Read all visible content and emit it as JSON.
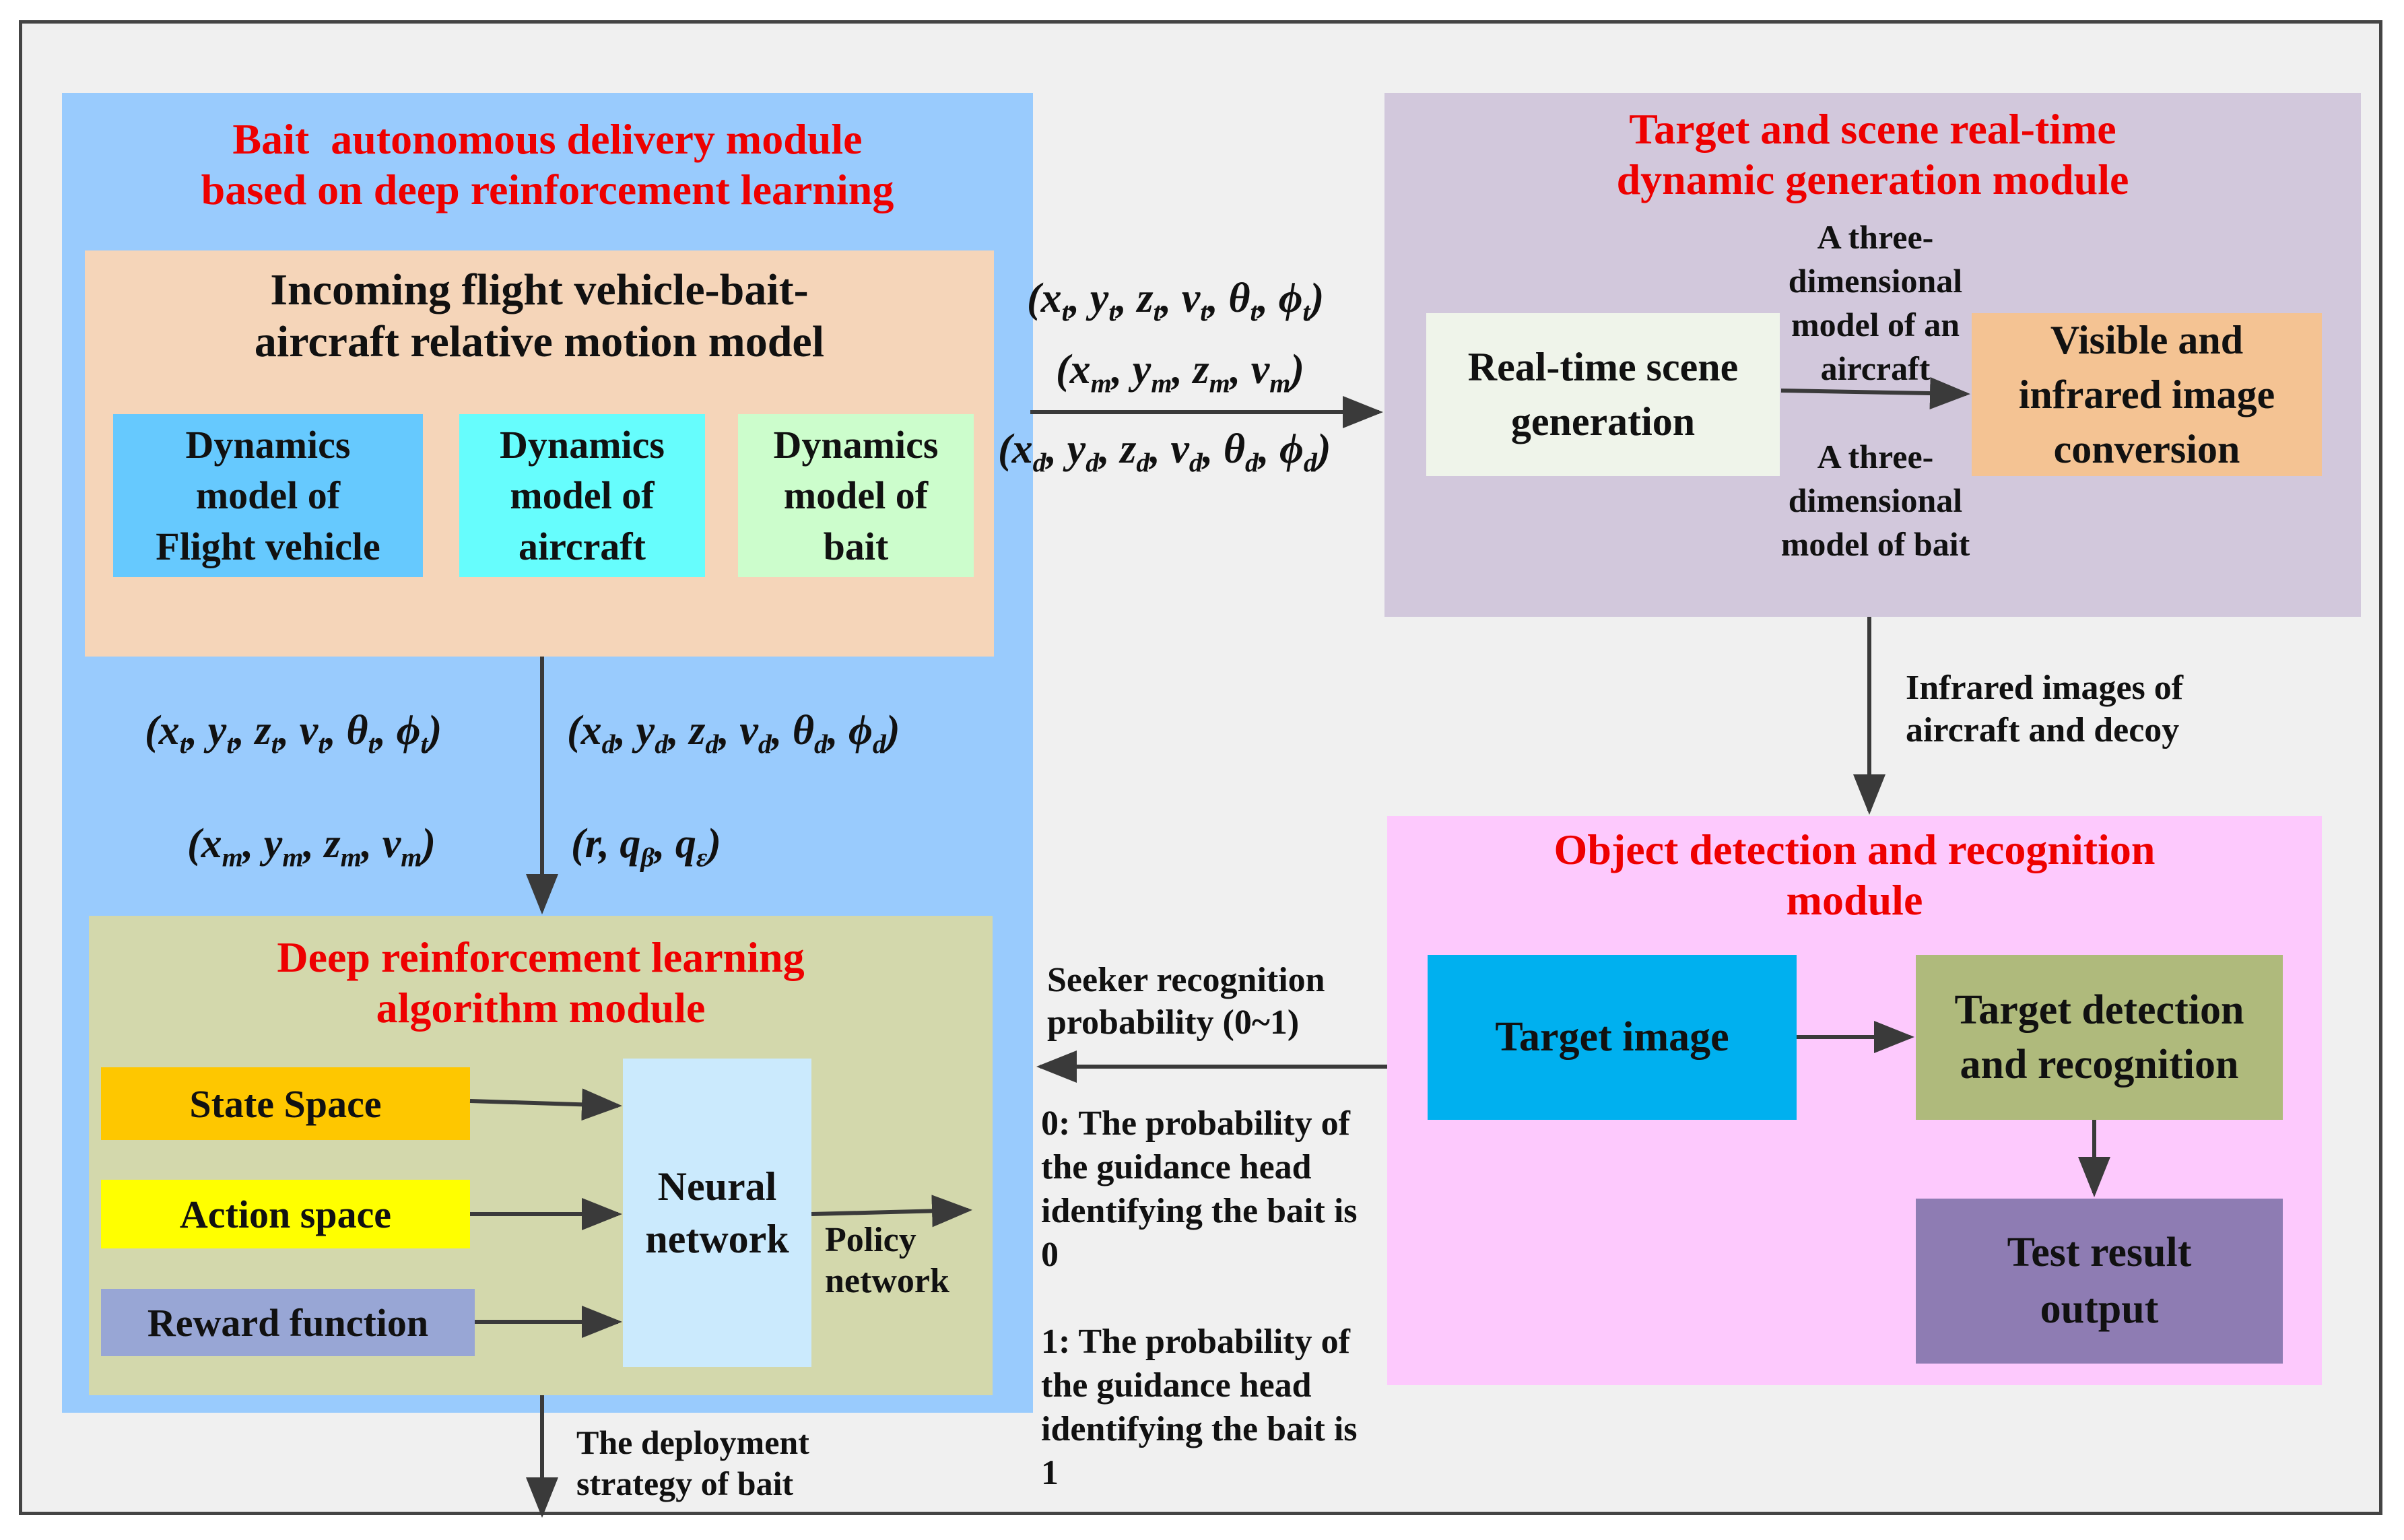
{
  "colors": {
    "frame_bg": "#f0f0f0",
    "bait_module": "#99cbfd",
    "motion_model": "#f5d5b9",
    "dyn_flight": "#66c9fe",
    "dyn_aircraft": "#66fdfd",
    "dyn_bait": "#ccfdcc",
    "drl_module": "#d3d8ac",
    "state_space": "#fec700",
    "action_space": "#ffff00",
    "reward_function": "#98a6d5",
    "neural_network": "#cbeafd",
    "scene_module": "#d2c8dc",
    "realtime_scene": "#eff4ea",
    "visible_ir": "#f4c393",
    "detection_module": "#fdc9fd",
    "target_image": "#00b0ef",
    "target_detection": "#afba7c",
    "test_result": "#8e7cb3",
    "title_red": "#ee0000"
  },
  "bait_module": {
    "title_line1": "Bait  autonomous delivery module",
    "title_line2": "based on deep reinforcement learning"
  },
  "motion_model": {
    "title_line1": "Incoming flight vehicle-bait-",
    "title_line2": "aircraft relative motion model"
  },
  "dynamics": [
    {
      "line1": "Dynamics",
      "line2": "model of",
      "line3": "Flight vehicle"
    },
    {
      "line1": "Dynamics",
      "line2": "model of",
      "line3": "aircraft"
    },
    {
      "line1": "Dynamics",
      "line2": "model of",
      "line3": "bait"
    }
  ],
  "drl_module": {
    "title_line1": "Deep reinforcement learning",
    "title_line2": "algorithm module",
    "state_space": "State Space",
    "action_space": "Action space",
    "reward_function": "Reward function",
    "neural_line1": "Neural",
    "neural_line2": "network",
    "policy_line1": "Policy",
    "policy_line2": "network"
  },
  "scene_module": {
    "title_line1": "Target and scene real-time",
    "title_line2": "dynamic generation module",
    "realtime_line1": "Real-time scene",
    "realtime_line2": "generation",
    "visible_line1": "Visible and",
    "visible_line2": "infrared image",
    "visible_line3": "conversion",
    "aircraft_model_line1": "A three-",
    "aircraft_model_line2": "dimensional",
    "aircraft_model_line3": "model of an",
    "aircraft_model_line4": "aircraft",
    "bait_model_line1": "A three-",
    "bait_model_line2": "dimensional",
    "bait_model_line3": "model of bait"
  },
  "infrared_label": {
    "line1": "Infrared images of",
    "line2": "aircraft and decoy"
  },
  "detection_module": {
    "title_line1": "Object detection and recognition",
    "title_line2": "module",
    "target_image": "Target image",
    "detect_line1": "Target detection",
    "detect_line2": "and recognition",
    "result_line1": "Test result",
    "result_line2": "output"
  },
  "seeker_label": {
    "line1": "Seeker recognition",
    "line2": "probability (0~1)"
  },
  "prob0": {
    "line1": "0: The probability of",
    "line2": "the guidance head",
    "line3": "identifying the bait is",
    "line4": "0"
  },
  "prob1": {
    "line1": "1: The probability of",
    "line2": "the guidance head",
    "line3": "identifying the bait is",
    "line4": "1"
  },
  "deployment": {
    "line1": "The deployment",
    "line2": "strategy of bait"
  },
  "math": {
    "open": "(",
    "close": ")",
    "comma": ",",
    "x": "x",
    "y": "y",
    "z": "z",
    "v": "v",
    "r": "r",
    "q": "q",
    "theta": "θ",
    "phi": "ϕ",
    "sub_t": "t",
    "sub_m": "m",
    "sub_d": "d",
    "sub_beta": "β",
    "sub_eps": "ε"
  }
}
